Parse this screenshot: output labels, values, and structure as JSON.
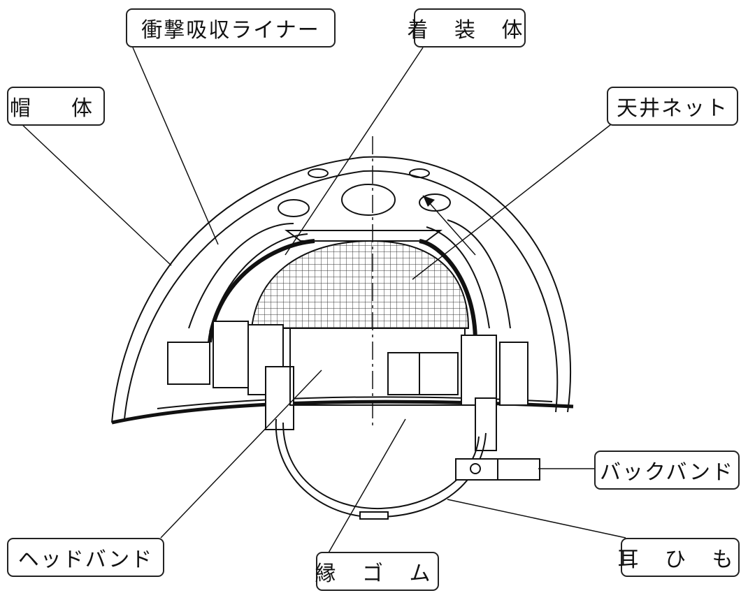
{
  "labels": {
    "liner": "衝撃吸収ライナー",
    "suspension": "着 装 体",
    "shell": "帽　体",
    "ceiling_net": "天井ネット",
    "back_band": "バックバンド",
    "head_band": "ヘッドバンド",
    "edge_rubber": "縁 ゴ ム",
    "ear_strap": "耳 ひ も"
  }
}
